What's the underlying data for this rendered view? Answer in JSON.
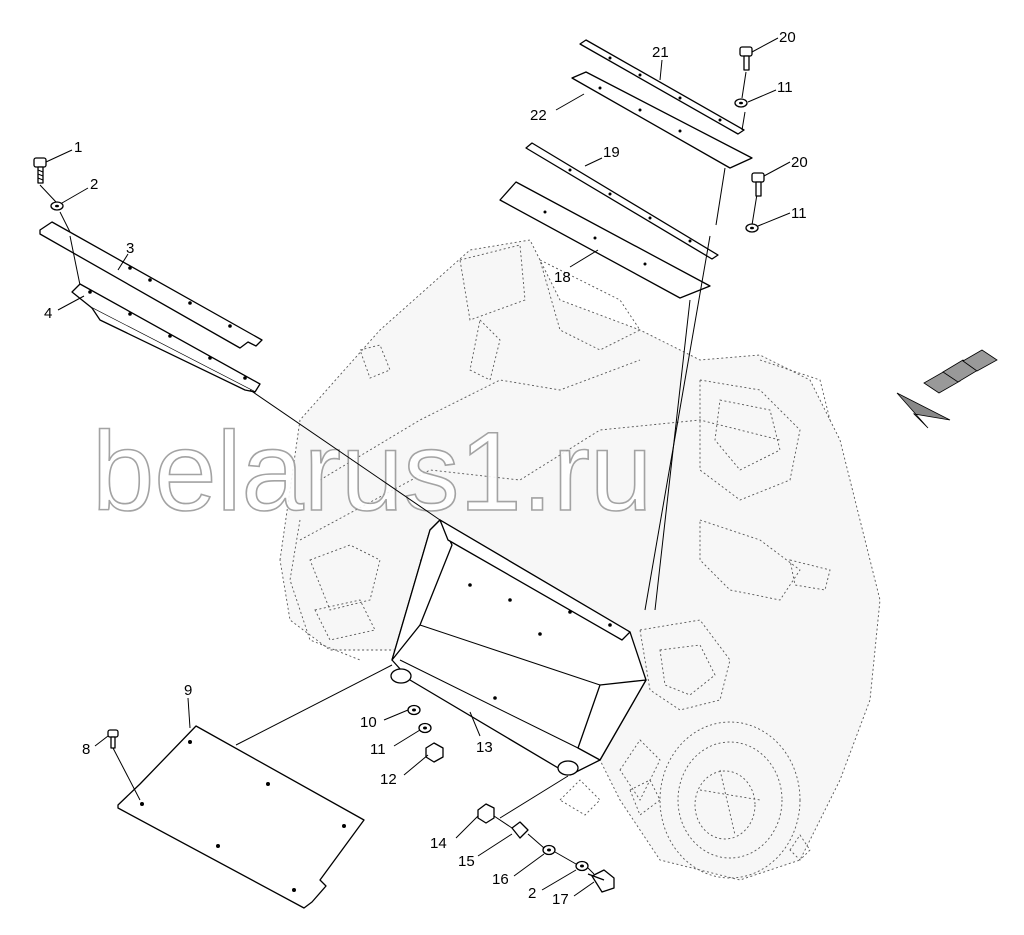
{
  "watermark": "belarus1.ru",
  "callouts": [
    {
      "id": "c1",
      "label": "1"
    },
    {
      "id": "c2a",
      "label": "2"
    },
    {
      "id": "c3",
      "label": "3"
    },
    {
      "id": "c4",
      "label": "4"
    },
    {
      "id": "c8",
      "label": "8"
    },
    {
      "id": "c9",
      "label": "9"
    },
    {
      "id": "c10",
      "label": "10"
    },
    {
      "id": "c11a",
      "label": "11"
    },
    {
      "id": "c12",
      "label": "12"
    },
    {
      "id": "c13",
      "label": "13"
    },
    {
      "id": "c14",
      "label": "14"
    },
    {
      "id": "c15",
      "label": "15"
    },
    {
      "id": "c16",
      "label": "16"
    },
    {
      "id": "c2b",
      "label": "2"
    },
    {
      "id": "c17",
      "label": "17"
    },
    {
      "id": "c18",
      "label": "18"
    },
    {
      "id": "c19",
      "label": "19"
    },
    {
      "id": "c20a",
      "label": "20"
    },
    {
      "id": "c11b",
      "label": "11"
    },
    {
      "id": "c20b",
      "label": "20"
    },
    {
      "id": "c11c",
      "label": "11"
    },
    {
      "id": "c21",
      "label": "21"
    },
    {
      "id": "c22",
      "label": "22"
    }
  ],
  "icons": {
    "view_arrow": "view-direction-arrow-icon"
  }
}
